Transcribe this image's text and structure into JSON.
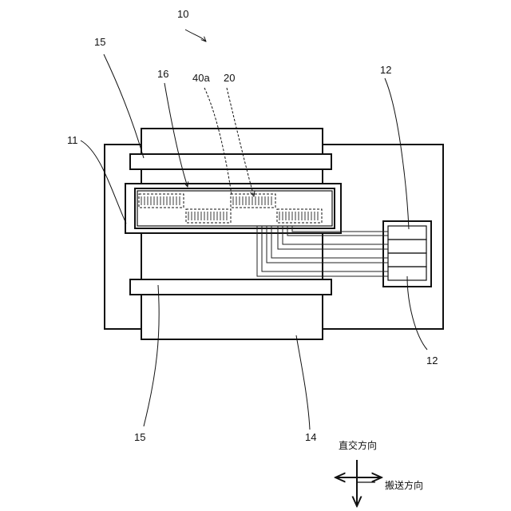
{
  "labels": {
    "device": "10",
    "head_unit": "11",
    "control_upper": "12",
    "control_lower": "12",
    "conveyor": "14",
    "roller_upper": "15",
    "roller_lower": "15",
    "head": "16",
    "nozzle": "40a",
    "chip": "20"
  },
  "directions": {
    "orthogonal": "直交方向",
    "transport": "搬送方向"
  }
}
